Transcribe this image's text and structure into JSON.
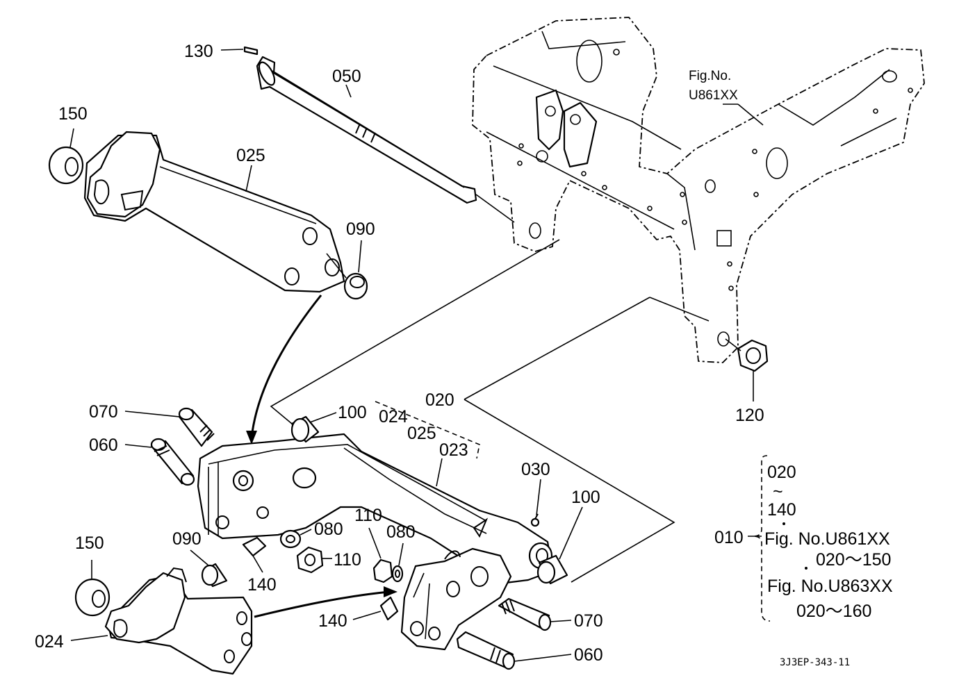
{
  "labels": {
    "p130": "130",
    "p050": "050",
    "p150_top": "150",
    "p025_top": "025",
    "p090_top": "090",
    "p070_left": "070",
    "p060_left": "060",
    "p100_left": "100",
    "p024_bracket": "024",
    "p025_bracket": "025",
    "p020": "020",
    "p023": "023",
    "p030": "030",
    "p100_right": "100",
    "p080_mid": "080",
    "p110_mid": "110",
    "p110_right": "110",
    "p080_right": "080",
    "p150_bottom": "150",
    "p090_bottom": "090",
    "p140_mid": "140",
    "p140_bottom": "140",
    "p024_bottom": "024",
    "p070_right": "070",
    "p060_right": "060",
    "p120": "120",
    "fig_ref_line1": "Fig.No.",
    "fig_ref_line2": "U861XX"
  },
  "legend": {
    "range_top": "020",
    "tilde": "~",
    "range_end": "140",
    "assembly": "010",
    "fig1": "Fig. No.U861XX",
    "range1": "020～150",
    "fig2": "Fig. No.U863XX",
    "range2": "020～160"
  },
  "drawing_code": "3J3EP-343-11"
}
